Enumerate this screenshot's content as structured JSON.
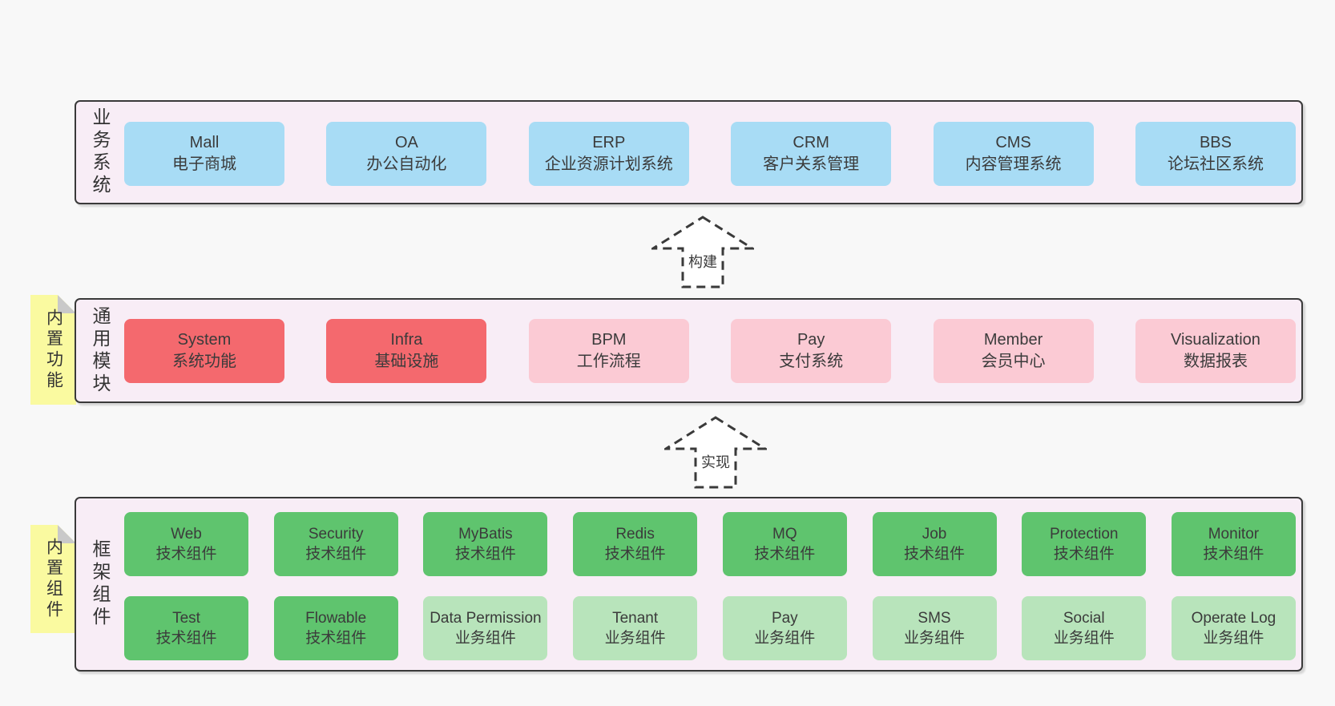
{
  "colors": {
    "page_bg": "#f8f8f8",
    "panel_bg": "#f8edf6",
    "panel_border": "#3a3a3a",
    "box_blue": "#a8dcf5",
    "box_red": "#f4696e",
    "box_pink": "#fbcad4",
    "box_green": "#5fc46e",
    "box_light_green": "#b8e4bb",
    "note_yellow": "#fafaa0",
    "note_fold_gray": "#c9c9c9",
    "arrow_fill": "#ffffff",
    "text": "#3b3b3b"
  },
  "layers": [
    {
      "side_label": "业务系统",
      "rows": [
        [
          {
            "en": "Mall",
            "zh": "电子商城",
            "variant": "blue"
          },
          {
            "en": "OA",
            "zh": "办公自动化",
            "variant": "blue"
          },
          {
            "en": "ERP",
            "zh": "企业资源计划系统",
            "variant": "blue"
          },
          {
            "en": "CRM",
            "zh": "客户关系管理",
            "variant": "blue"
          },
          {
            "en": "CMS",
            "zh": "内容管理系统",
            "variant": "blue"
          },
          {
            "en": "BBS",
            "zh": "论坛社区系统",
            "variant": "blue"
          }
        ]
      ]
    },
    {
      "side_label": "通用模块",
      "note": "内置功能",
      "rows": [
        [
          {
            "en": "System",
            "zh": "系统功能",
            "variant": "red"
          },
          {
            "en": "Infra",
            "zh": "基础设施",
            "variant": "red"
          },
          {
            "en": "BPM",
            "zh": "工作流程",
            "variant": "pink"
          },
          {
            "en": "Pay",
            "zh": "支付系统",
            "variant": "pink"
          },
          {
            "en": "Member",
            "zh": "会员中心",
            "variant": "pink"
          },
          {
            "en": "Visualization",
            "zh": "数据报表",
            "variant": "pink"
          }
        ]
      ]
    },
    {
      "side_label": "框架组件",
      "note": "内置组件",
      "rows": [
        [
          {
            "en": "Web",
            "zh": "技术组件",
            "variant": "green"
          },
          {
            "en": "Security",
            "zh": "技术组件",
            "variant": "green"
          },
          {
            "en": "MyBatis",
            "zh": "技术组件",
            "variant": "green"
          },
          {
            "en": "Redis",
            "zh": "技术组件",
            "variant": "green"
          },
          {
            "en": "MQ",
            "zh": "技术组件",
            "variant": "green"
          },
          {
            "en": "Job",
            "zh": "技术组件",
            "variant": "green"
          },
          {
            "en": "Protection",
            "zh": "技术组件",
            "variant": "green"
          },
          {
            "en": "Monitor",
            "zh": "技术组件",
            "variant": "green"
          }
        ],
        [
          {
            "en": "Test",
            "zh": "技术组件",
            "variant": "green"
          },
          {
            "en": "Flowable",
            "zh": "技术组件",
            "variant": "green"
          },
          {
            "en": "Data Permission",
            "zh": "业务组件",
            "variant": "lightgreen"
          },
          {
            "en": "Tenant",
            "zh": "业务组件",
            "variant": "lightgreen"
          },
          {
            "en": "Pay",
            "zh": "业务组件",
            "variant": "lightgreen"
          },
          {
            "en": "SMS",
            "zh": "业务组件",
            "variant": "lightgreen"
          },
          {
            "en": "Social",
            "zh": "业务组件",
            "variant": "lightgreen"
          },
          {
            "en": "Operate Log",
            "zh": "业务组件",
            "variant": "lightgreen"
          }
        ]
      ]
    }
  ],
  "arrows": [
    {
      "label": "构建"
    },
    {
      "label": "实现"
    }
  ]
}
